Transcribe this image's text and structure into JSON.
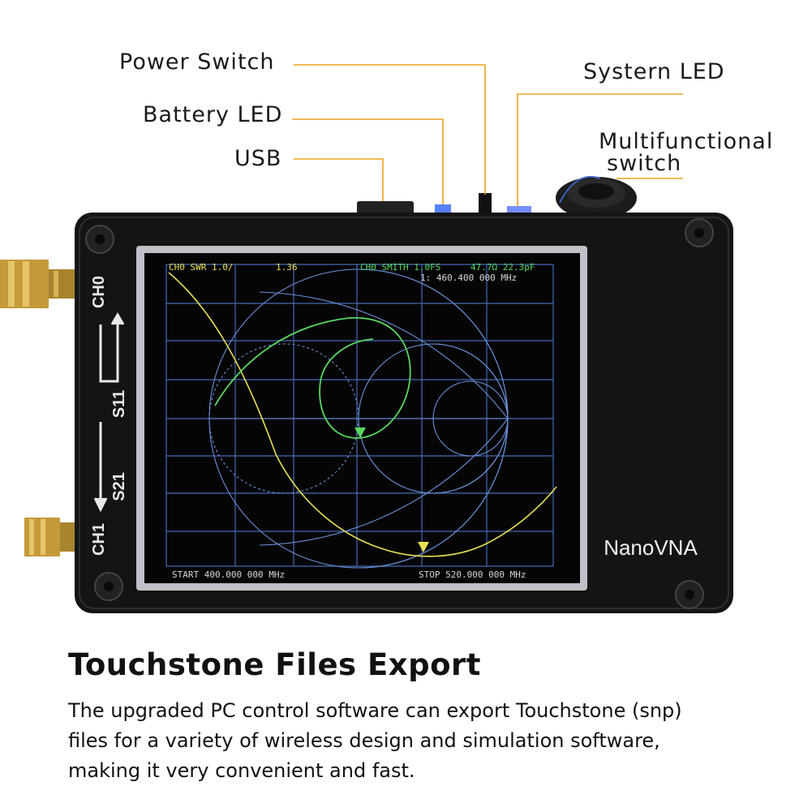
{
  "callouts": {
    "power_switch": "Power Switch",
    "battery_led": "Battery LED",
    "usb": "USB",
    "system_led": "Systern LED",
    "multifunctional_line1": "Multifunctional",
    "multifunctional_line2": "switch"
  },
  "device": {
    "brand": "NanoVNA",
    "port_ch0": "CH0",
    "port_ch1": "CH1",
    "s11": "S11",
    "s21": "S21",
    "screen": {
      "trace1_label": "CH0 SWR 1.0/",
      "trace1_value": "1.36",
      "trace2_label": "CH0 SMITH 1.0FS",
      "trace2_value": "47.7Ω 22.3pF",
      "marker_freq": "1: 460.400 000 MHz",
      "start": "START 400.000 000 MHz",
      "stop": "STOP 520.000 000 MHz"
    }
  },
  "content": {
    "headline": "Touchstone Files Export",
    "description_lines": [
      "The upgraded PC control software can export Touchstone (snp)",
      "files for a variety of wireless design and simulation software,",
      "making it very convenient and fast."
    ]
  },
  "colors": {
    "leader_line": "#f0a020",
    "case": "#141414",
    "screen_bg": "#050505",
    "grid": "#4a78c8",
    "trace_yellow": "#e8e050",
    "trace_green": "#58d860",
    "connector_gold": "#c8a040"
  }
}
